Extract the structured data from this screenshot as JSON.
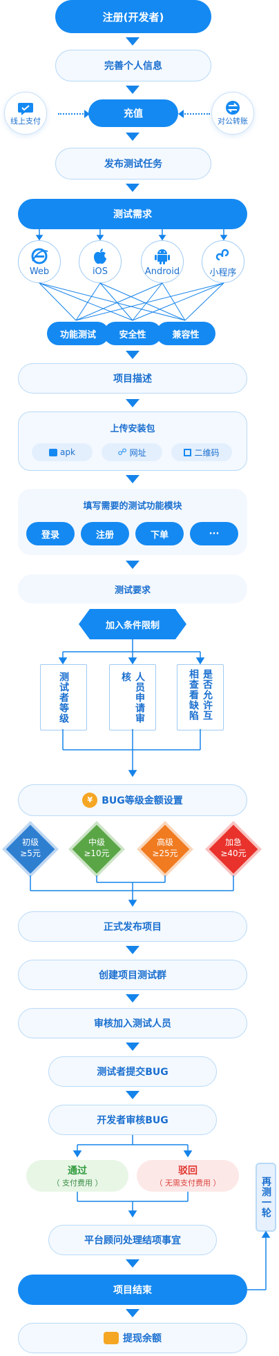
{
  "steps": {
    "register": "注册(开发者)",
    "profile": "完善个人信息",
    "recharge": "充值",
    "online_pay": "线上支付",
    "corp_transfer": "对公转账",
    "publish_task": "发布测试任务",
    "requirement": "测试需求",
    "platforms": [
      "Web",
      "iOS",
      "Android",
      "小程序"
    ],
    "test_types": [
      "功能测试",
      "安全性",
      "兼容性"
    ],
    "project_desc": "项目描述",
    "upload_title": "上传安装包",
    "upload_opts": [
      "apk",
      "网址",
      "二维码"
    ],
    "modules_title": "填写需要的测试功能模块",
    "modules": [
      "登录",
      "注册",
      "下单",
      "···"
    ],
    "test_req": "测试要求",
    "add_conditions": "加入条件限制",
    "conditions": [
      "测试者等级",
      "人员申请审核",
      "是否允许互相查看缺陷"
    ],
    "bug_setting": "BUG等级金额设置",
    "levels": [
      {
        "name": "初级",
        "amount": "≥5元",
        "color": "#2f7fd1"
      },
      {
        "name": "中级",
        "amount": "≥10元",
        "color": "#5aa646"
      },
      {
        "name": "高级",
        "amount": "≥25元",
        "color": "#f07b20"
      },
      {
        "name": "加急",
        "amount": "≥40元",
        "color": "#e8322b"
      }
    ],
    "publish_project": "正式发布项目",
    "create_group": "创建项目测试群",
    "review_testers": "审核加入测试人员",
    "submit_bug": "测试者提交BUG",
    "review_bug": "开发者审核BUG",
    "pass": "通过",
    "pass_note": "（ 支付费用 ）",
    "reject": "驳回",
    "reject_note": "（ 无需支付费用 ）",
    "consultant": "平台顾问处理结项事宜",
    "project_end": "项目结束",
    "again": "再测一轮",
    "withdraw": "提现余额"
  }
}
